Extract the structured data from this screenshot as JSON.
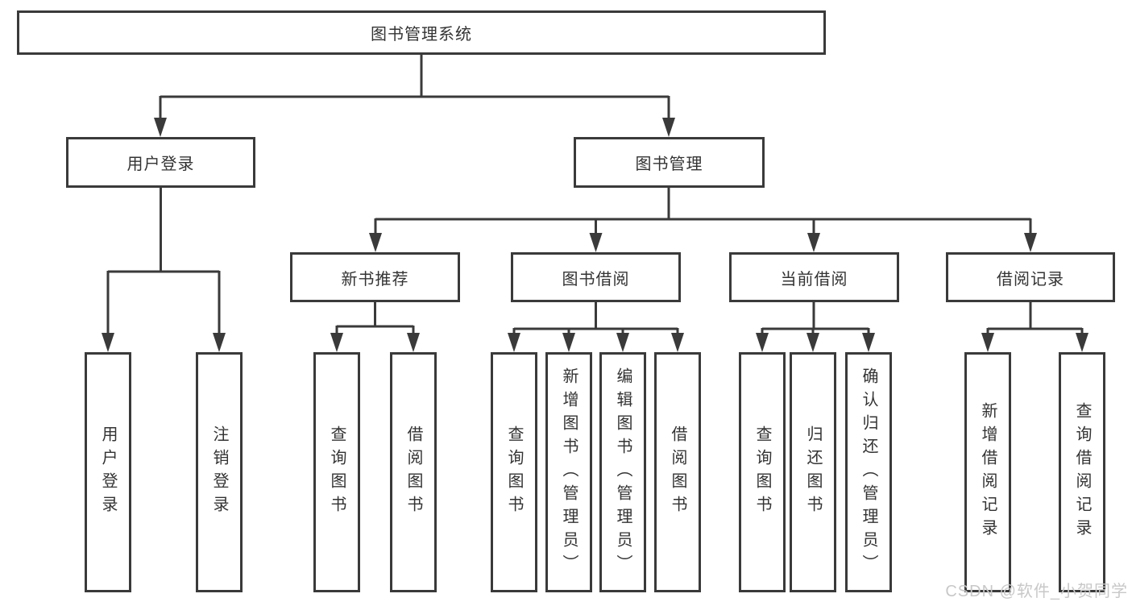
{
  "tree": {
    "label": "图书管理系统",
    "children": [
      {
        "label": "用户登录",
        "children": [
          {
            "label": "用户登录"
          },
          {
            "label": "注销登录"
          }
        ]
      },
      {
        "label": "图书管理",
        "children": [
          {
            "label": "新书推荐",
            "children": [
              {
                "label": "查询图书"
              },
              {
                "label": "借阅图书"
              }
            ]
          },
          {
            "label": "图书借阅",
            "children": [
              {
                "label": "查询图书"
              },
              {
                "label": "新增图书（管理员）"
              },
              {
                "label": "编辑图书（管理员）"
              },
              {
                "label": "借阅图书"
              }
            ]
          },
          {
            "label": "当前借阅",
            "children": [
              {
                "label": "查询图书"
              },
              {
                "label": "归还图书"
              },
              {
                "label": "确认归还（管理员）"
              }
            ]
          },
          {
            "label": "借阅记录",
            "children": [
              {
                "label": "新增借阅记录"
              },
              {
                "label": "查询借阅记录"
              }
            ]
          }
        ]
      }
    ]
  },
  "watermark": {
    "text": "CSDN @软件_小贺同学"
  },
  "colors": {
    "line": "#3a3a3a",
    "text": "#333333",
    "watermark": "#c8c8c8",
    "background": "#ffffff"
  }
}
